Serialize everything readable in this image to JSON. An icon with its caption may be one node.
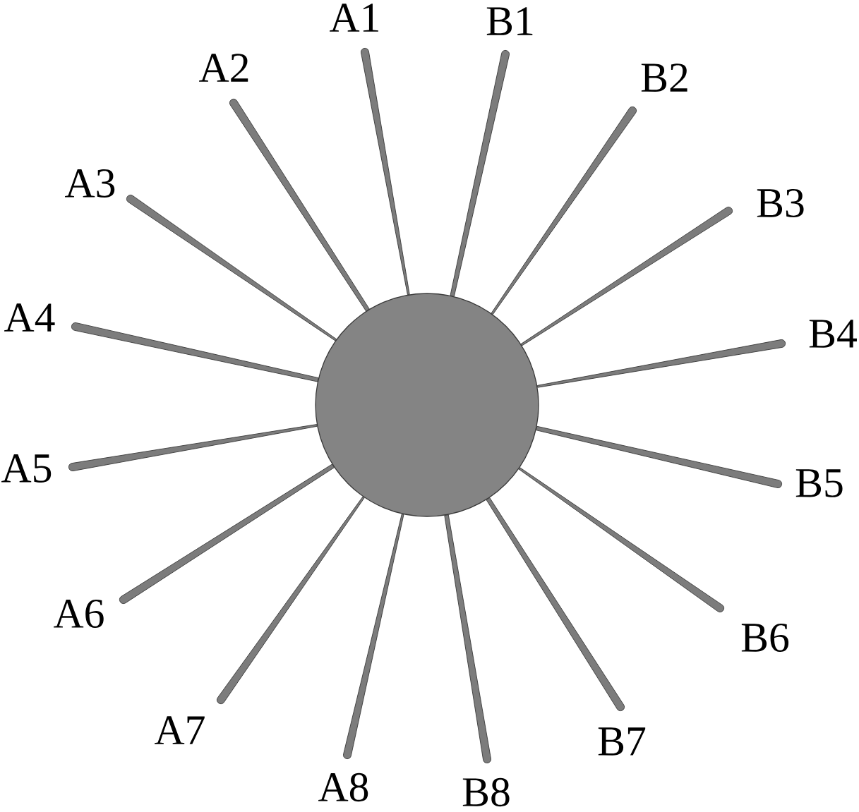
{
  "diagram": {
    "nodes": [
      {
        "text": [],
        "shape": "circle"
      },
      {
        "text": [
          "A1"
        ]
      },
      {
        "text": [
          "B1"
        ]
      },
      {
        "text": [
          "A2"
        ]
      },
      {
        "text": [
          "B2"
        ]
      },
      {
        "text": [
          "A3"
        ]
      },
      {
        "text": [
          "B3"
        ]
      },
      {
        "text": [
          "A4"
        ]
      },
      {
        "text": [
          "B4"
        ]
      },
      {
        "text": [
          "A5"
        ]
      },
      {
        "text": [
          "B5"
        ]
      },
      {
        "text": [
          "A6"
        ]
      },
      {
        "text": [
          "B6"
        ]
      },
      {
        "text": [
          "A7"
        ]
      },
      {
        "text": [
          "B7"
        ]
      },
      {
        "text": [
          "A8"
        ]
      },
      {
        "text": [
          "B8"
        ]
      }
    ],
    "edges": [
      {
        "from": 0,
        "to": 1,
        "arrow": "none"
      },
      {
        "from": 0,
        "to": 2,
        "arrow": "none"
      },
      {
        "from": 0,
        "to": 3,
        "arrow": "none"
      },
      {
        "from": 0,
        "to": 4,
        "arrow": "none"
      },
      {
        "from": 0,
        "to": 5,
        "arrow": "none"
      },
      {
        "from": 0,
        "to": 6,
        "arrow": "none"
      },
      {
        "from": 0,
        "to": 7,
        "arrow": "none"
      },
      {
        "from": 0,
        "to": 8,
        "arrow": "none"
      },
      {
        "from": 0,
        "to": 9,
        "arrow": "none"
      },
      {
        "from": 0,
        "to": 10,
        "arrow": "none"
      },
      {
        "from": 0,
        "to": 11,
        "arrow": "none"
      },
      {
        "from": 0,
        "to": 12,
        "arrow": "none"
      },
      {
        "from": 0,
        "to": 13,
        "arrow": "none"
      },
      {
        "from": 0,
        "to": 14,
        "arrow": "none"
      },
      {
        "from": 0,
        "to": 15,
        "arrow": "none"
      },
      {
        "from": 0,
        "to": 16,
        "arrow": "none"
      }
    ]
  }
}
